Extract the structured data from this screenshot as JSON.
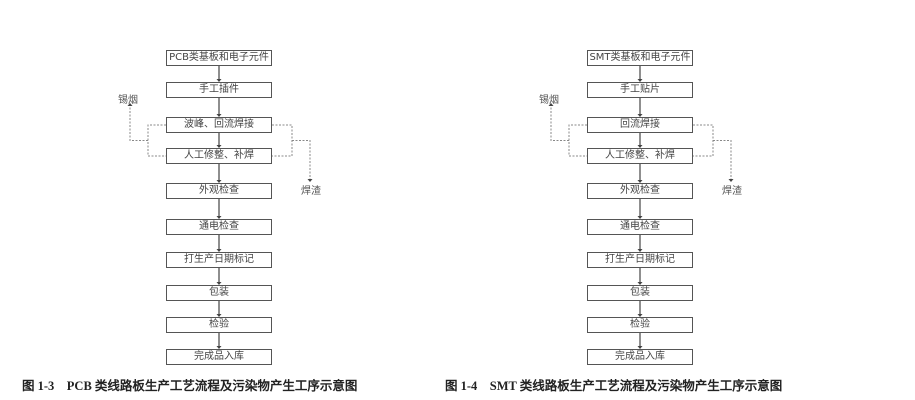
{
  "diagrams": [
    {
      "steps": [
        "PCB类基板和电子元件",
        "手工插件",
        "波峰、回流焊接",
        "人工修整、补焊",
        "外观检查",
        "通电检查",
        "打生产日期标记",
        "包装",
        "检验",
        "完成品入库"
      ],
      "emission_left": "锡烟",
      "emission_right": "焊渣",
      "caption": "图 1-3　PCB 类线路板生产工艺流程及污染物产生工序示意图"
    },
    {
      "steps": [
        "SMT类基板和电子元件",
        "手工贴片",
        "回流焊接",
        "人工修整、补焊",
        "外观检查",
        "通电检查",
        "打生产日期标记",
        "包装",
        "检验",
        "完成品入库"
      ],
      "emission_left": "锡烟",
      "emission_right": "焊渣",
      "caption": "图 1-4　SMT 类线路板生产工艺流程及污染物产生工序示意图"
    }
  ]
}
